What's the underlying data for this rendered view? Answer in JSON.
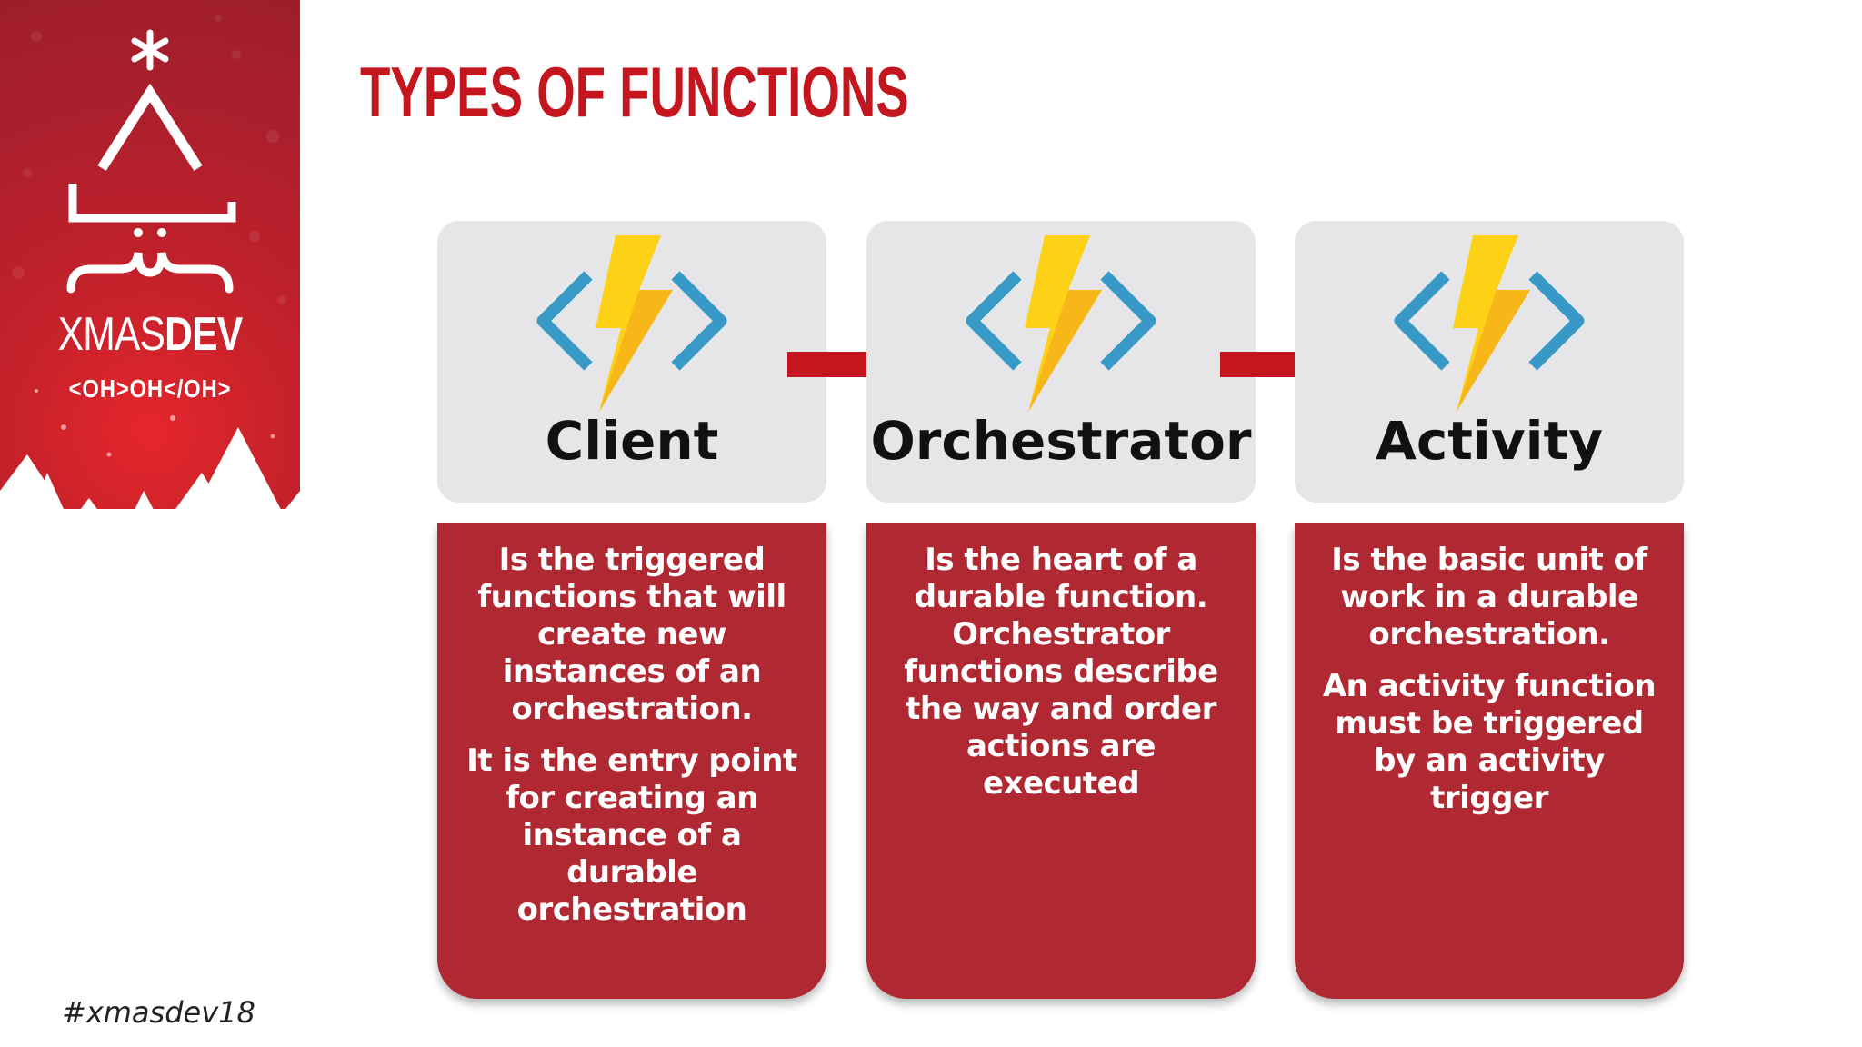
{
  "slide": {
    "title": "TYPES OF FUNCTIONS",
    "hashtag": "#xmasdev18"
  },
  "brand": {
    "name_light": "XMAS",
    "name_bold": "DEV",
    "tagline": "<OH>OH</OH>",
    "colors": {
      "panel": "#af2832",
      "accent": "#c3161e"
    }
  },
  "cards": [
    {
      "title": "Client",
      "icon": "azure-functions-icon",
      "paragraphs": [
        "Is the triggered functions that will create new instances of an orchestration.",
        "It is the entry point for creating an instance of a durable orchestration"
      ]
    },
    {
      "title": "Orchestrator",
      "icon": "azure-functions-icon",
      "paragraphs": [
        "Is the heart of a durable function. Orchestrator functions describe the way and order actions are executed"
      ]
    },
    {
      "title": "Activity",
      "icon": "azure-functions-icon",
      "paragraphs": [
        "Is the basic unit of work in a durable orchestration.",
        "An activity function must be triggered by an activity trigger"
      ]
    }
  ],
  "icons": {
    "arrow": "arrow-right-icon"
  },
  "colors": {
    "card_head": "#e6e6e8",
    "card_body": "#af2832",
    "arrow": "#c3161e",
    "bolt_yellow": "#fcd116",
    "bracket_blue": "#3999c6"
  }
}
